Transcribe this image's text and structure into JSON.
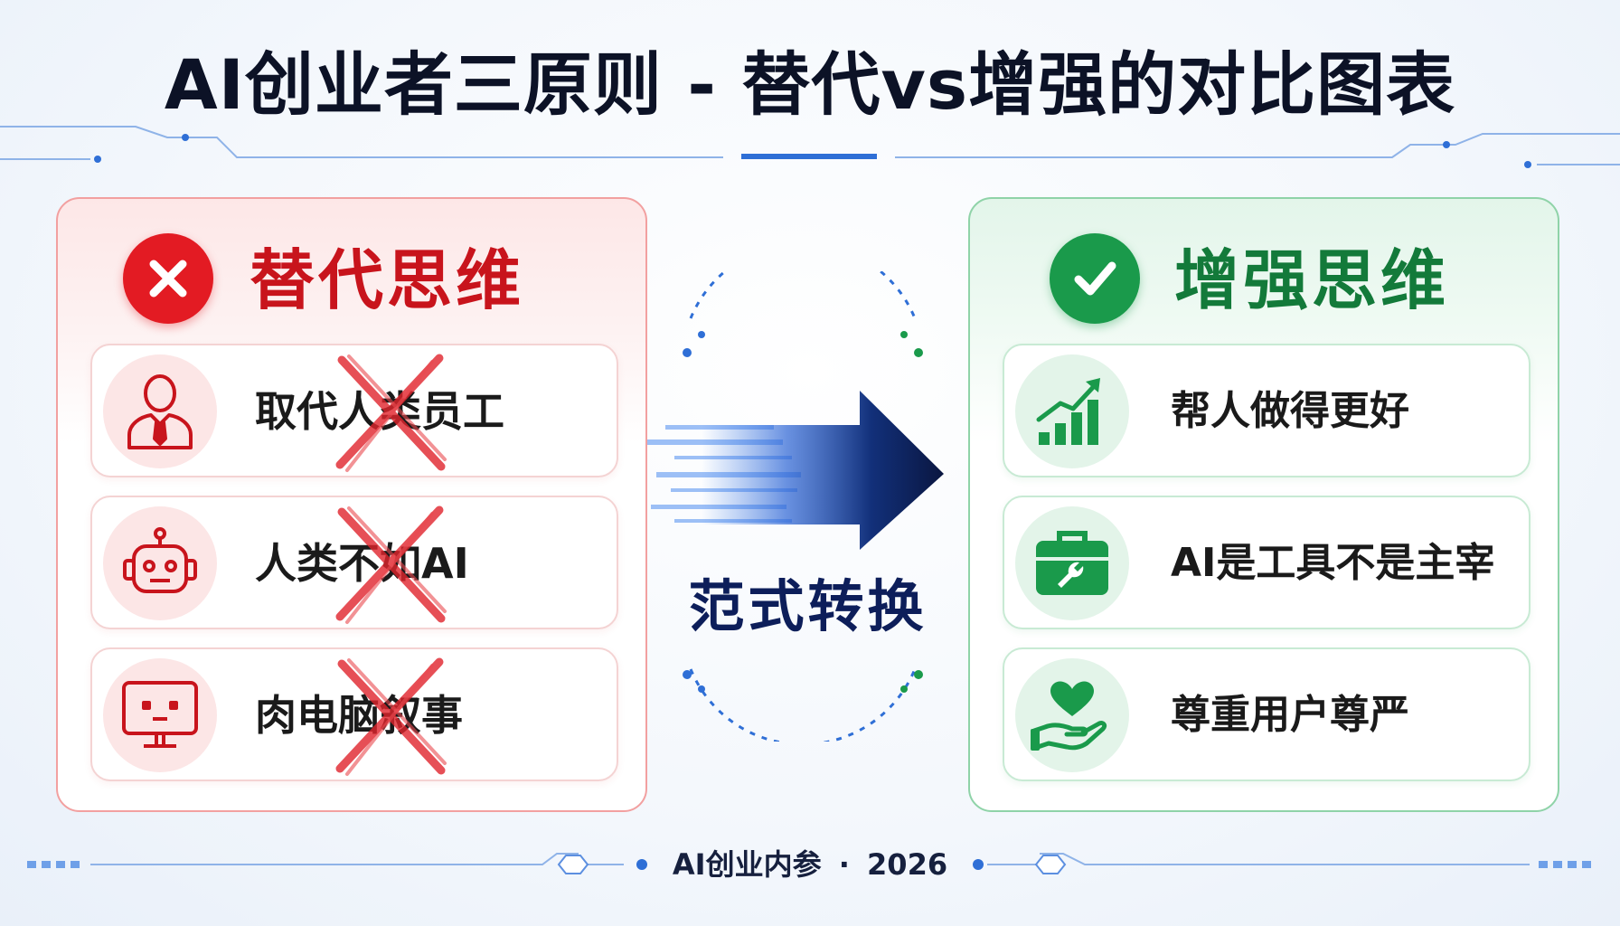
{
  "title": "AI创业者三原则 - 替代vs增强的对比图表",
  "left_panel": {
    "title": "替代思维",
    "badge_icon": "x-mark-icon",
    "accent_color": "#e31b23",
    "items": [
      {
        "label": "取代人类员工",
        "icon": "businessman-icon",
        "crossed_out": true
      },
      {
        "label": "人类不如AI",
        "icon": "robot-icon",
        "crossed_out": true
      },
      {
        "label": "肉电脑叙事",
        "icon": "monitor-face-icon",
        "crossed_out": true
      }
    ]
  },
  "center": {
    "label": "范式转换",
    "arrow_icon": "right-arrow-icon"
  },
  "right_panel": {
    "title": "增强思维",
    "badge_icon": "check-mark-icon",
    "accent_color": "#1a9a4b",
    "items": [
      {
        "label": "帮人做得更好",
        "icon": "growth-chart-icon"
      },
      {
        "label": "AI是工具不是主宰",
        "icon": "toolbox-icon"
      },
      {
        "label": "尊重用户尊严",
        "icon": "heart-hand-icon"
      }
    ]
  },
  "footer": {
    "source": "AI创业内参",
    "separator": "·",
    "year": "2026"
  }
}
